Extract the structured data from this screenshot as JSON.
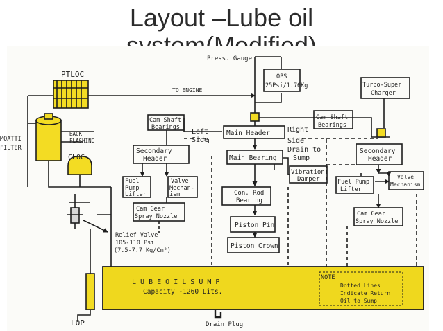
{
  "title": {
    "line1": "Layout –Lube oil",
    "line2": "system(Modified)"
  },
  "diagram": {
    "ptloc": "PTLOC",
    "to_engine": "TO ENGINE",
    "press_gauge": "Press. Gauge",
    "ops": {
      "line1": "OPS",
      "line2": "25Psi/1.76Kg"
    },
    "turbo": {
      "line1": "Turbo-Super",
      "line2": "Charger"
    },
    "cam_shaft_left": {
      "line1": "Cam Shaft",
      "line2": "Bearings"
    },
    "cam_shaft_right": {
      "line1": "Cam Shaft",
      "line2": "Bearings"
    },
    "left_side": {
      "line1": "Left",
      "line2": "Side"
    },
    "right_side": {
      "line1": "Right",
      "line2": "Side"
    },
    "main_header": "Main Header",
    "main_bearing": "Main Bearing",
    "drain_to_sump": {
      "line1": "Drain to",
      "line2": "Sump"
    },
    "moatti_filter": {
      "line1": "MOATTI",
      "line2": "FILTER"
    },
    "back_flashing": {
      "line1": "BACK",
      "line2": "FLASHING"
    },
    "cloc": "CLOC",
    "secondary_header_left": {
      "line1": "Secondary",
      "line2": "Header"
    },
    "secondary_header_right": {
      "line1": "Secondary",
      "line2": "Header"
    },
    "vibration_damper": {
      "line1": "Vibration",
      "line2": "Damper"
    },
    "fuel_pump_lifter_left": {
      "line1": "Fuel",
      "line2": "Pump",
      "line3": "Lifter"
    },
    "valve_mechanism_left": {
      "line1": "Valve",
      "line2": "Mechan-",
      "line3": "ism"
    },
    "fuel_pump_lifter_right": {
      "line1": "Fuel Pump",
      "line2": "Lifter"
    },
    "valve_mechanism_right": {
      "line1": "Valve",
      "line2": "Mechanism"
    },
    "con_rod_bearing": {
      "line1": "Con. Rod",
      "line2": "Bearing"
    },
    "cam_gear_left": {
      "line1": "Cam Gear",
      "line2": "Spray Nozzle"
    },
    "cam_gear_right": {
      "line1": "Cam Gear",
      "line2": "Spray Nozzle"
    },
    "relief_valve": {
      "line1": "Relief Valve",
      "line2": "105-110 Psi",
      "line3": "(7.5-7.7 Kg/Cm²)"
    },
    "piston_pin": "Piston Pin",
    "piston_crown": "Piston Crown",
    "sump": {
      "line1": "L U B E   O I L   S U M P",
      "line2": "Capacity -1260 Lits."
    },
    "note": {
      "heading": "NOTE",
      "line1": "Dotted Lines",
      "line2": "Indicate Return",
      "line3": "Oil to Sump"
    },
    "lop": "LOP",
    "drain_plug": "Drain Plug",
    "colors": {
      "yellow": "#f3dc23",
      "sump": "#efd81e",
      "line": "#1e1e1e",
      "paper": "#fbfbf8"
    }
  }
}
